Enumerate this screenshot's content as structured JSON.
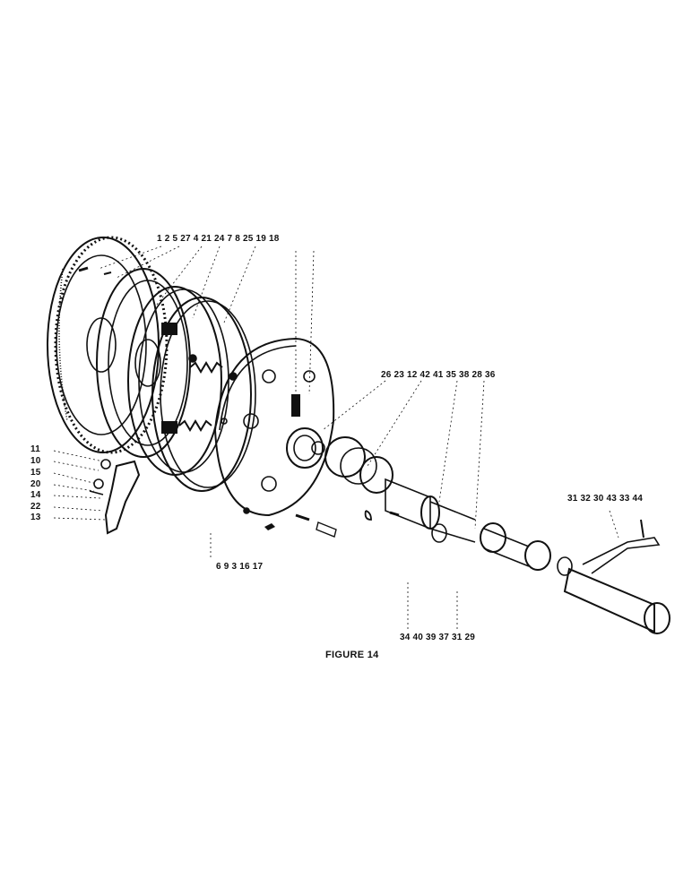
{
  "figure": {
    "caption": "FIGURE 14"
  },
  "callouts": {
    "top_row": "1  2    5  27  4  21 24 7  8  25 19 18",
    "middle_row": "26 23 12  42  41   35 38 28 36",
    "right_row": "31 32 30 43  33 44",
    "below_plate": "6  9  3 16 17",
    "bottom_row": "34 40 39 37 31 29",
    "left_column": [
      "11",
      "10",
      "15",
      "20",
      "14",
      "22",
      "13"
    ]
  },
  "colors": {
    "ink": "#111111",
    "paper": "#ffffff"
  }
}
